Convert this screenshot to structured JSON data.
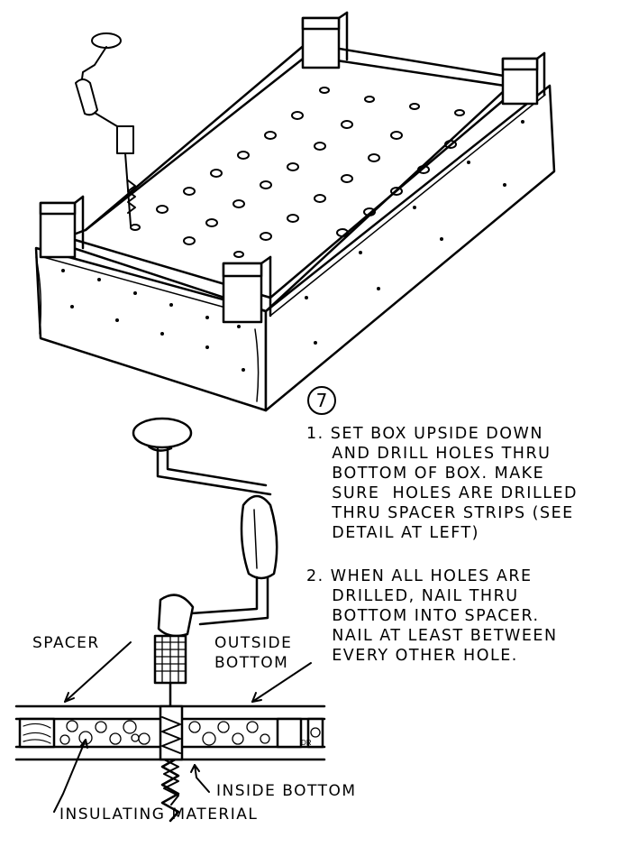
{
  "step_number": "7",
  "instructions": [
    "1. SET BOX UPSIDE DOWN\n    AND DRILL HOLES THRU\n    BOTTOM OF BOX. MAKE\n    SURE  HOLES ARE DRILLED\n    THRU SPACER STRIPS (SEE\n    DETAIL AT LEFT)",
    "2. WHEN ALL HOLES ARE\n    DRILLED, NAIL THRU\n    BOTTOM INTO SPACER.\n    NAIL AT LEAST BETWEEN\n    EVERY OTHER HOLE."
  ],
  "labels": {
    "spacer": "SPACER",
    "outside_bottom": "OUTSIDE\nBOTTOM",
    "inside_bottom": "INSIDE BOTTOM",
    "insulating_material": "INSULATING MATERIAL"
  },
  "signature": "DR"
}
